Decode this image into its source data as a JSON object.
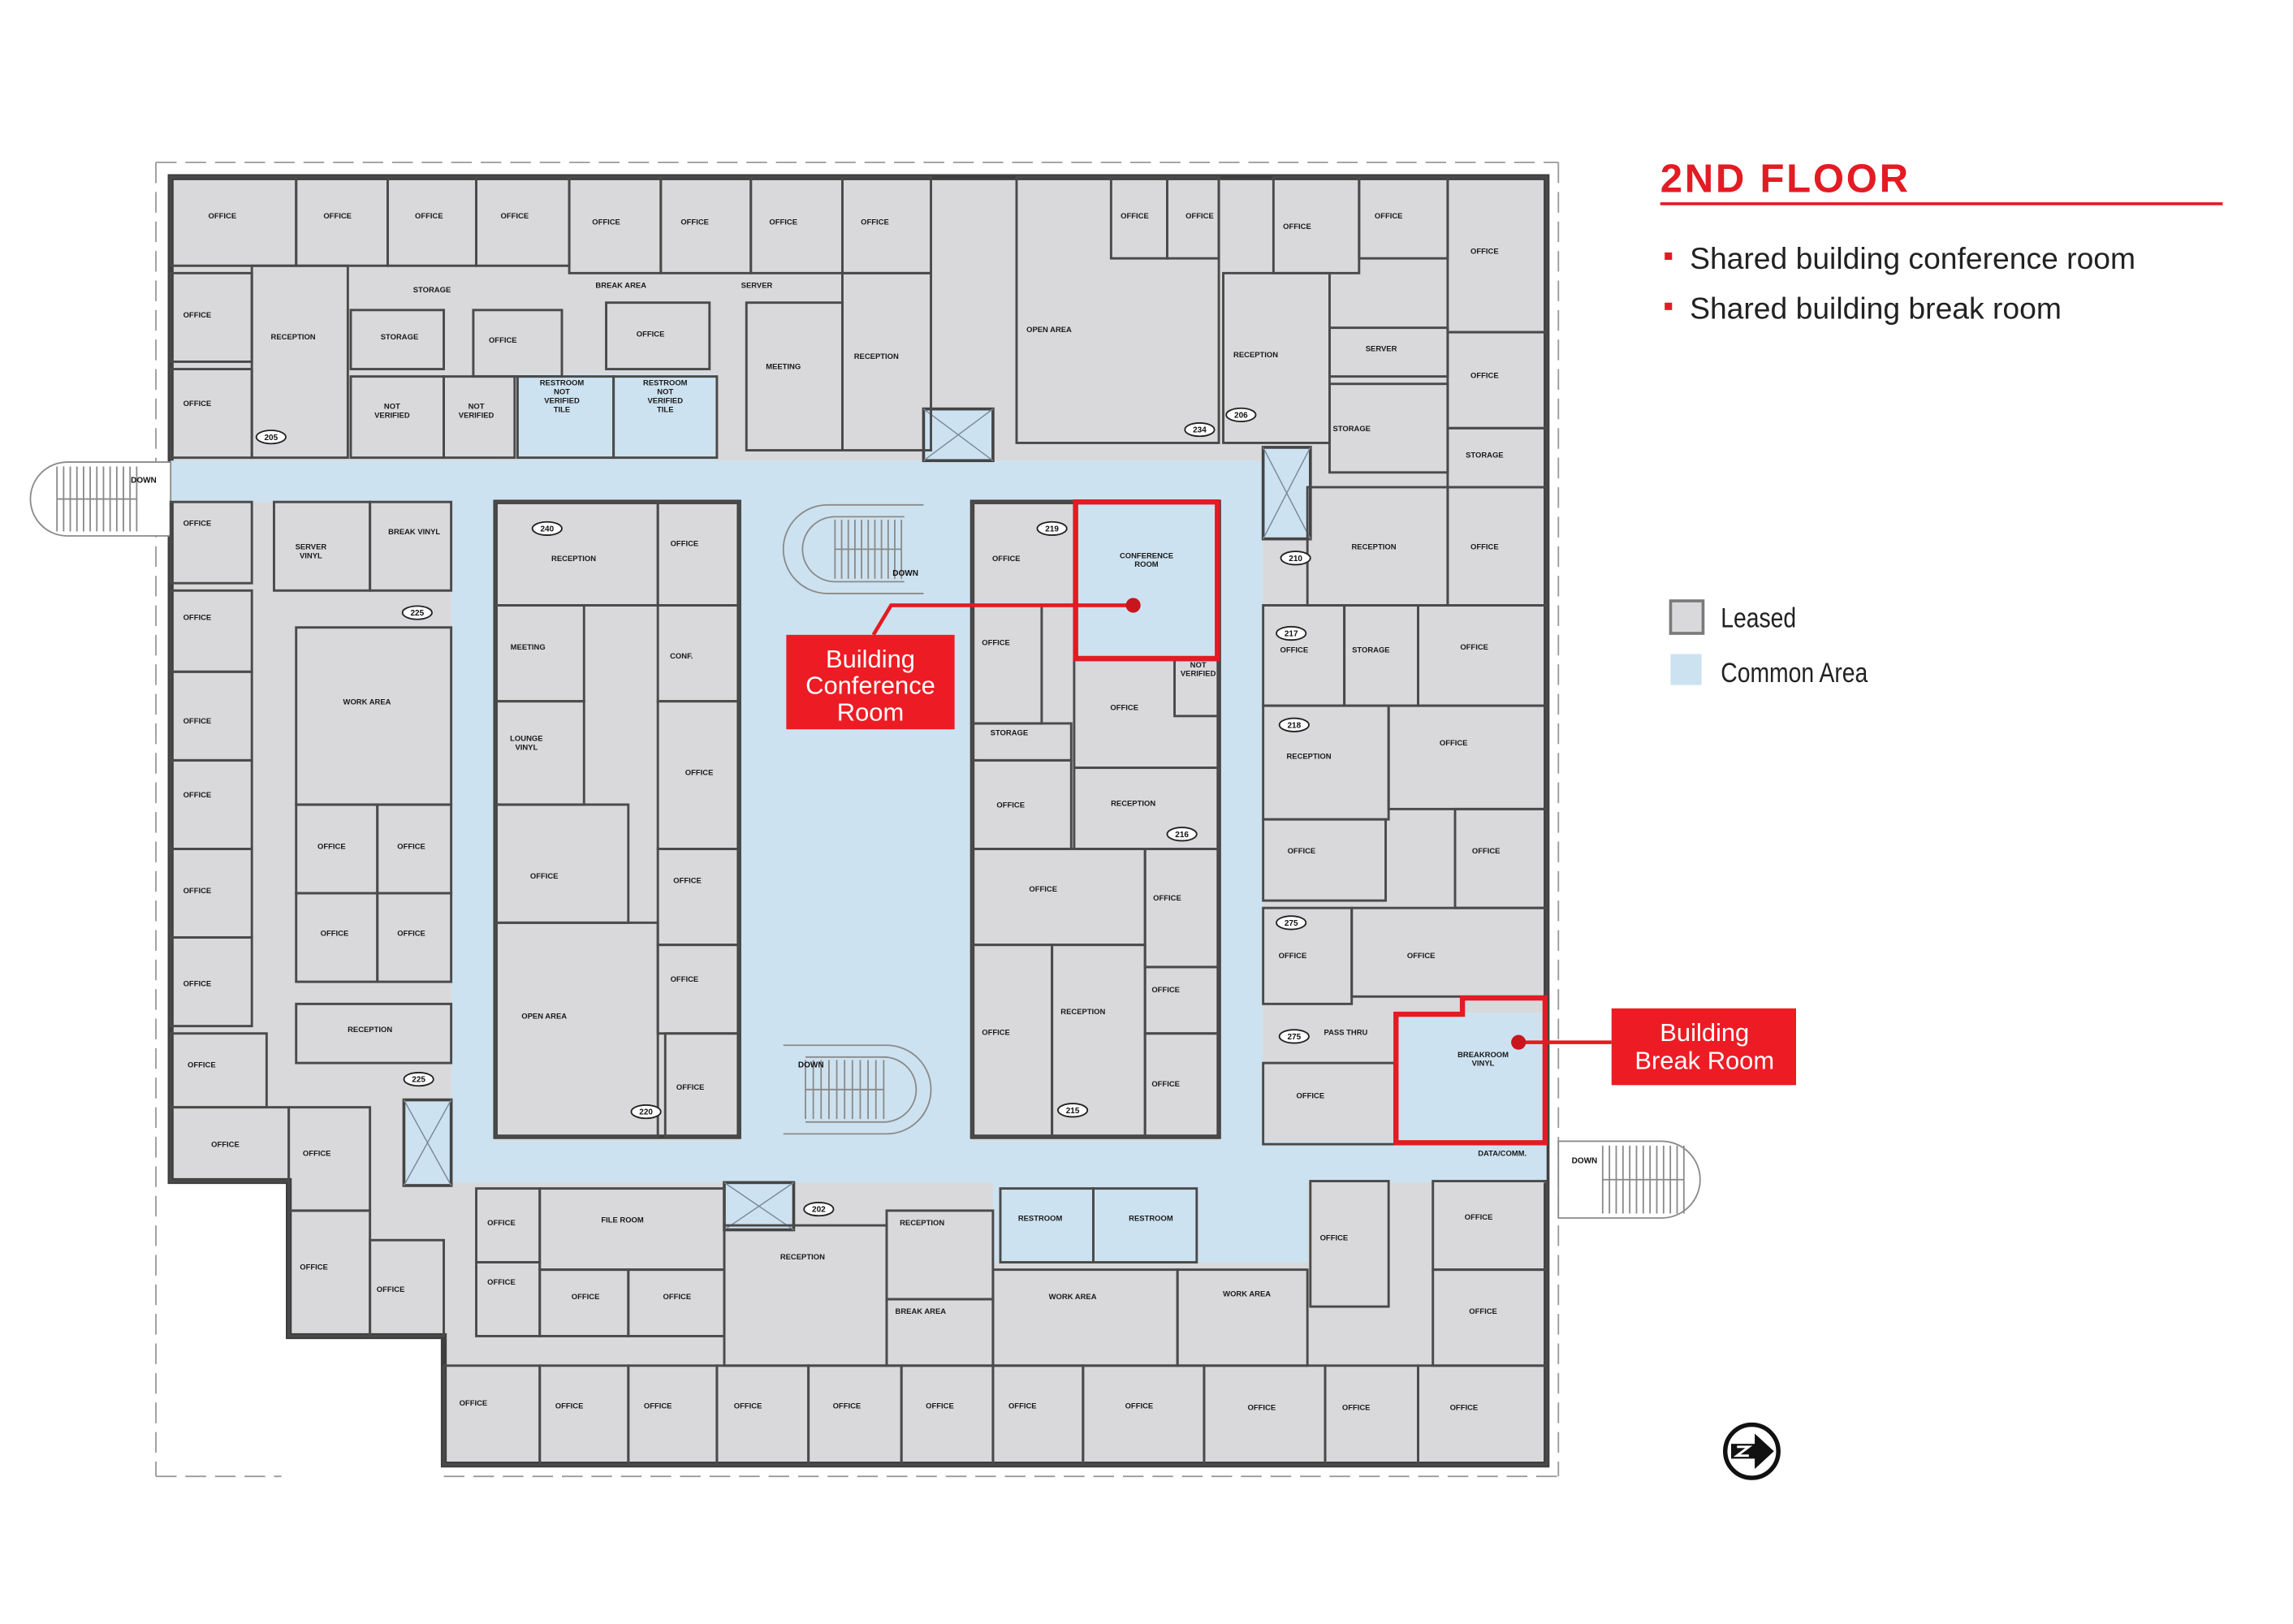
{
  "title": "2ND FLOOR",
  "bullets": [
    "Shared building conference room",
    "Shared building break room"
  ],
  "legend": [
    {
      "label": "Leased",
      "color": "#d9d9db"
    },
    {
      "label": "Common Area",
      "color": "#cde2f0"
    }
  ],
  "callouts": {
    "conference": [
      "Building",
      "Conference",
      "Room"
    ],
    "break_room": [
      "Building",
      "Break Room"
    ]
  },
  "colors": {
    "accent": "#e31b23",
    "leased": "#d9d9db",
    "common": "#cde2f0",
    "wall": "#4a4a4a"
  },
  "floor_plan": {
    "rooms": [
      "OFFICE",
      "OFFICE",
      "OFFICE",
      "OFFICE",
      "OFFICE",
      "OFFICE",
      "OFFICE",
      "OFFICE",
      "OPEN AREA",
      "OFFICE",
      "OFFICE",
      "OFFICE",
      "OFFICE",
      "OFFICE",
      "RECEPTION",
      "SERVER",
      "OFFICE",
      "STORAGE",
      "STORAGE",
      "RECEPTION",
      "OFFICE",
      "OFFICE",
      "RECEPTION",
      "STORAGE",
      "STORAGE",
      "OFFICE",
      "BREAK AREA",
      "OFFICE",
      "SERVER",
      "MEETING",
      "RECEPTION",
      "OFFICE",
      "NOT VERIFIED",
      "NOT VERIFIED",
      "RESTROOM NOT VERIFIED TILE",
      "RESTROOM NOT VERIFIED TILE",
      "OFFICE",
      "SERVER VINYL",
      "BREAK VINYL",
      "OFFICE",
      "WORK AREA",
      "OFFICE",
      "OFFICE",
      "OFFICE",
      "OFFICE",
      "OFFICE",
      "OFFICE",
      "OFFICE",
      "OFFICE",
      "RECEPTION",
      "OFFICE",
      "OFFICE",
      "OFFICE",
      "OFFICE",
      "OFFICE",
      "RECEPTION",
      "OFFICE",
      "MEETING",
      "CONF.",
      "LOUNGE VINYL",
      "OFFICE",
      "OFFICE",
      "OFFICE",
      "OFFICE",
      "OPEN AREA",
      "OFFICE",
      "OFFICE",
      "CONFERENCE ROOM",
      "OFFICE",
      "NOT VERIFIED",
      "STORAGE",
      "OFFICE",
      "OFFICE",
      "RECEPTION",
      "OFFICE",
      "OFFICE",
      "OFFICE",
      "RECEPTION",
      "OFFICE",
      "OFFICE",
      "OFFICE",
      "STORAGE",
      "OFFICE",
      "RECEPTION",
      "OFFICE",
      "OFFICE",
      "OFFICE",
      "OFFICE",
      "OFFICE",
      "PASS THRU",
      "OFFICE",
      "BREAKROOM VINYL",
      "DATA/COMM.",
      "OFFICE",
      "OFFICE",
      "FILE ROOM",
      "OFFICE",
      "OFFICE",
      "RECEPTION",
      "RECEPTION",
      "BREAK AREA",
      "RESTROOM",
      "RESTROOM",
      "WORK AREA",
      "WORK AREA",
      "OFFICE",
      "OFFICE",
      "OFFICE",
      "OFFICE",
      "OFFICE",
      "OFFICE",
      "OFFICE",
      "OFFICE",
      "OFFICE",
      "OFFICE",
      "OFFICE",
      "OFFICE",
      "OFFICE",
      "OFFICE",
      "OFFICE"
    ],
    "room_numbers": [
      "205",
      "234",
      "206",
      "240",
      "225",
      "219",
      "210",
      "217",
      "218",
      "216",
      "275",
      "275",
      "225",
      "220",
      "215",
      "202"
    ],
    "stair_labels": [
      "DOWN",
      "DOWN",
      "DOWN",
      "DOWN"
    ]
  }
}
